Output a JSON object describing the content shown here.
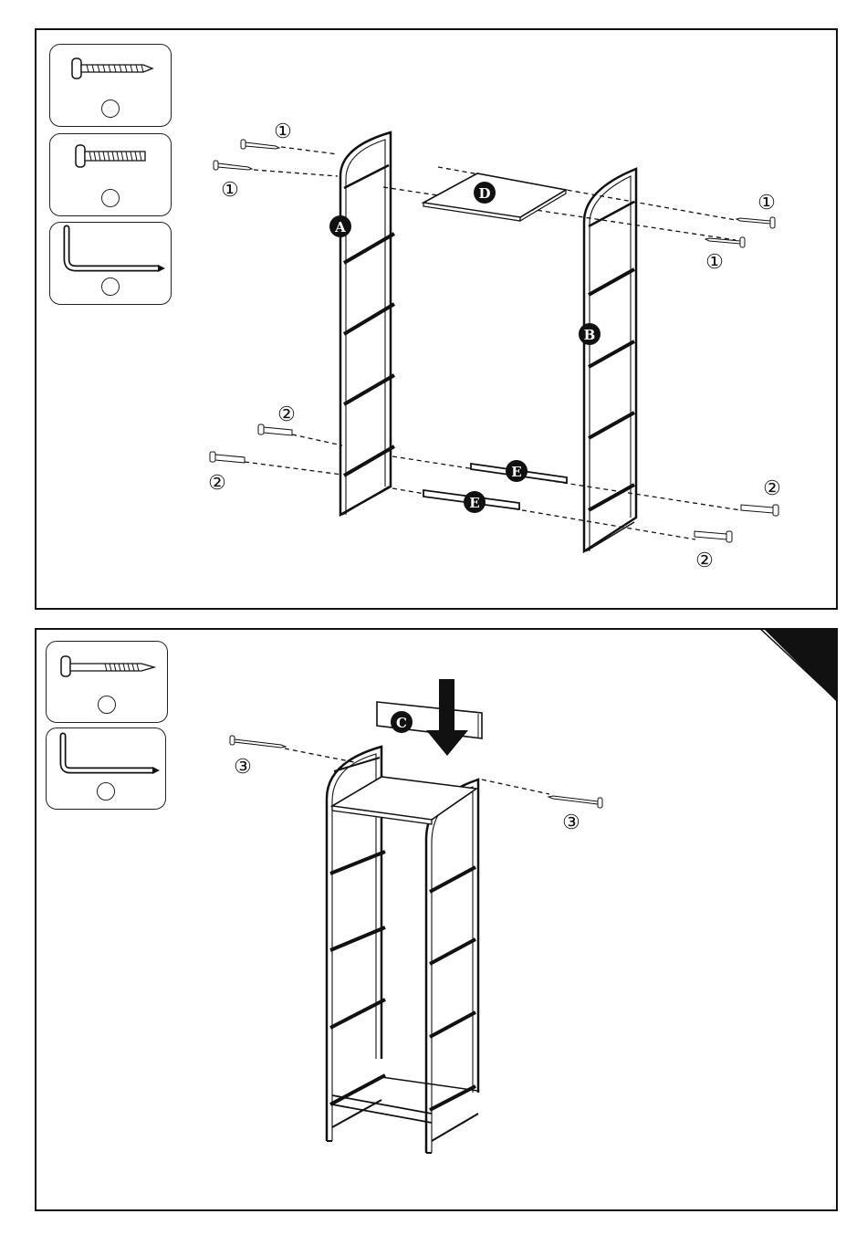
{
  "steps": [
    {
      "hardware": [
        {
          "icon": "long-screw-icon",
          "quantity": ""
        },
        {
          "icon": "short-screw-icon",
          "quantity": ""
        },
        {
          "icon": "allen-key-icon",
          "quantity": ""
        }
      ],
      "parts": {
        "left_frame": "A",
        "right_frame": "B",
        "top_board": "D",
        "rail_back": "E",
        "rail_front": "E"
      },
      "screw_labels": {
        "top_left_back": "①",
        "top_left_front": "①",
        "top_right_back": "①",
        "top_right_front": "①",
        "bottom_left_back": "②",
        "bottom_left_front": "②",
        "bottom_right_back": "②",
        "bottom_right_front": "②"
      }
    },
    {
      "hardware": [
        {
          "icon": "long-screw-icon",
          "quantity": ""
        },
        {
          "icon": "allen-key-icon",
          "quantity": ""
        }
      ],
      "parts": {
        "back_panel": "C"
      },
      "screw_labels": {
        "left": "③",
        "right": "③"
      }
    }
  ],
  "colors": {
    "line": "#111111",
    "marker": "#111111",
    "marker_text": "#ffffff",
    "board": "#ffffff"
  }
}
